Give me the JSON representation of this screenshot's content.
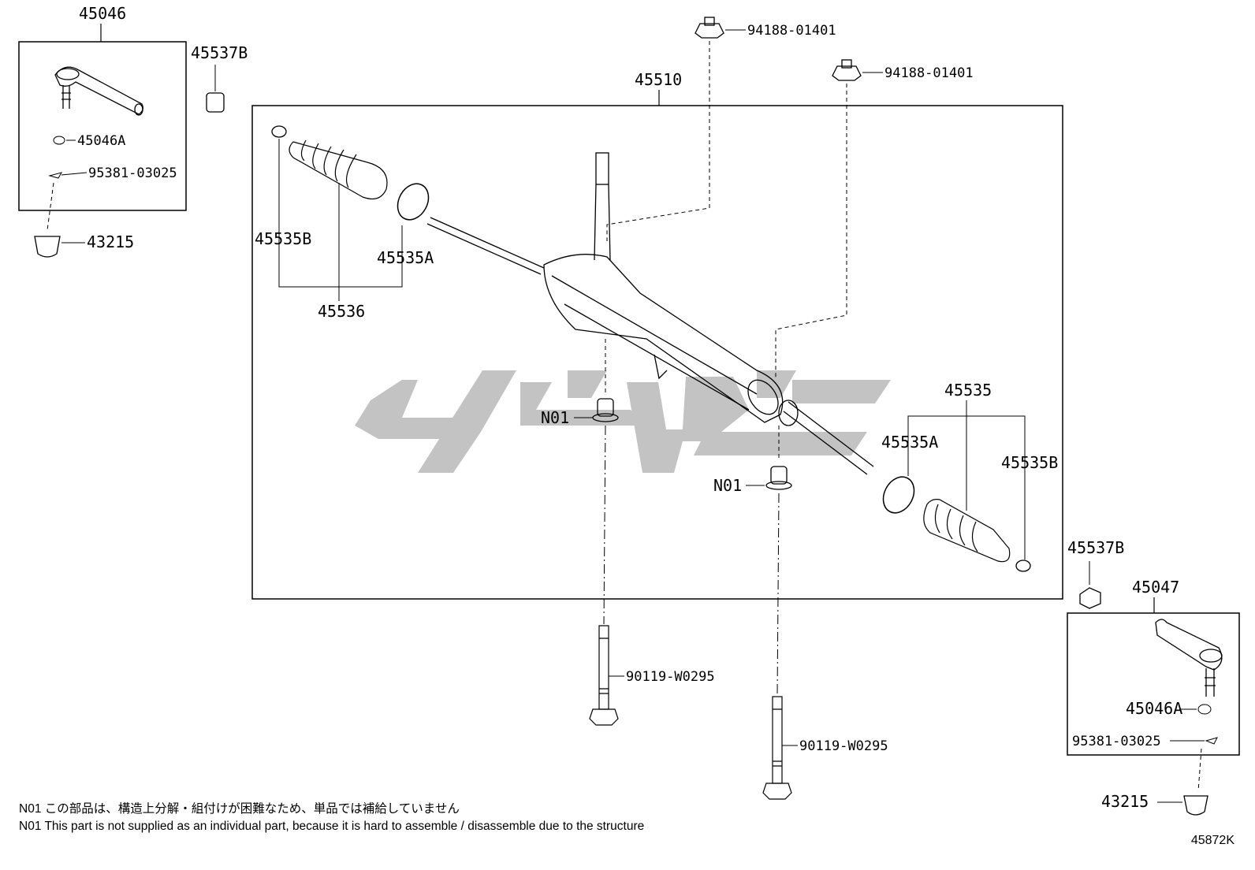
{
  "assembly": {
    "part": "45510"
  },
  "callouts": {
    "tie_end_lh": "45046",
    "boot_clamp_nut_l": "45537B",
    "cap_l": "45046A",
    "cotter_l": "95381-03025",
    "boot_l": "43215",
    "nut_1": "94188-01401",
    "nut_2": "94188-01401",
    "clamp_small_l": "45535B",
    "clamp_large_l": "45535A",
    "boot_kit_l": "45536",
    "bushing_1": "N01",
    "bushing_2": "N01",
    "boot_kit_r": "45535",
    "clamp_large_r": "45535A",
    "clamp_small_r": "45535B",
    "bolt_1": "90119-W0295",
    "bolt_2": "90119-W0295",
    "boot_clamp_nut_r": "45537B",
    "tie_end_rh": "45047",
    "cap_r": "45046A",
    "cotter_r": "95381-03025",
    "boot_r": "43215"
  },
  "notes": {
    "jp": "N01 この部品は、構造上分解・組付けが困難なため、単品では補給していません",
    "en": "N01 This part is not supplied as an individual part, because it is hard to assemble / disassemble due to the structure"
  },
  "catalog_code": "45872K",
  "colors": {
    "line": "#000000",
    "watermark": "#bdbdbd"
  }
}
